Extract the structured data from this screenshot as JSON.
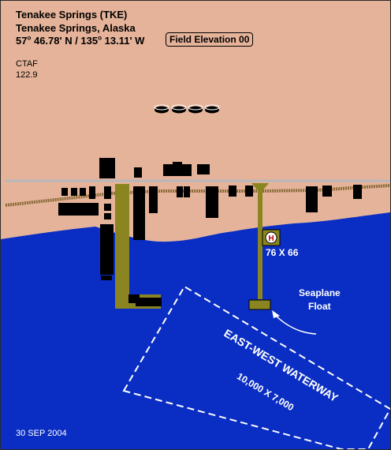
{
  "header": {
    "airport_name": "Tenakee Springs  (TKE)",
    "city": "Tenakee Springs, Alaska",
    "lat_deg": "57",
    "lat_rest": " 46.78' N / 135",
    "lon_rest": " 13.11' W",
    "degree_symbol": "o"
  },
  "field_elevation": "Field Elevation 00",
  "ctaf": {
    "label": "CTAF",
    "frequency": "122.9"
  },
  "heliport": {
    "symbol": "H",
    "dimensions": "76 X 66"
  },
  "seaplane_float": {
    "line1": "Seaplane",
    "line2": "Float"
  },
  "waterway": {
    "name": "EAST-WEST WATERWAY",
    "dimensions": "10,000 X 7,000"
  },
  "chart_date": "30 SEP 2004",
  "colors": {
    "land": "#e5b399",
    "water": "#0a2ec4",
    "road": "#b6b8bc",
    "trail": "#8a6a38",
    "dock": "#8a8520",
    "building": "#000000",
    "outline": "#ffffff"
  }
}
